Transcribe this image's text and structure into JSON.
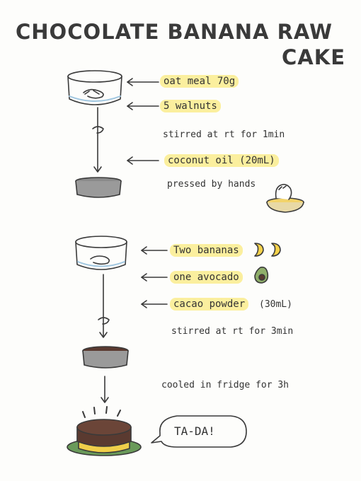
{
  "title": {
    "line1": "CHOCOLATE BANANA RAW",
    "line2": "CAKE"
  },
  "crust": {
    "ingredient_1": "oat meal 70g",
    "ingredient_2": "5 walnuts",
    "step_1": "stirred at rt for 1min",
    "ingredient_3": "coconut oil (20mL)",
    "step_2": "pressed by hands"
  },
  "filling": {
    "ingredient_1": "Two bananas",
    "ingredient_2": "one avocado",
    "ingredient_3": "cacao powder",
    "ingredient_3_amount": "(30mL)",
    "step_1": "stirred at rt for 3min"
  },
  "finish": {
    "step": "cooled in fridge for 3h",
    "exclamation": "TA-DA!"
  },
  "colors": {
    "highlight": "#fbef9e",
    "line": "#3a3a3a",
    "bowl_gray": "#9a9a9a",
    "chocolate": "#5a3a30",
    "plate_green": "#6a9a5a",
    "crust_yellow": "#f0cf4a",
    "avocado_green": "#8fae6a",
    "banana_yellow": "#f5d24a"
  }
}
